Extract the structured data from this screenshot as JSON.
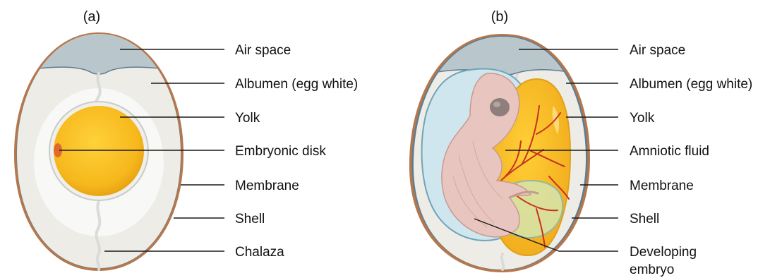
{
  "panels": [
    {
      "letter": "(a)",
      "labels": [
        "Air space",
        "Albumen (egg white)",
        "Yolk",
        "Embryonic disk",
        "Membrane",
        "Shell",
        "Chalaza"
      ]
    },
    {
      "letter": "(b)",
      "labels": [
        "Air space",
        "Albumen (egg white)",
        "Yolk",
        "Amniotic fluid",
        "Membrane",
        "Shell",
        "Developing",
        "embryo"
      ]
    }
  ],
  "colors": {
    "shell": "#b5774c",
    "membrane": "#5d7d92",
    "air_space": "#b9c7cc",
    "albumen": "#eeece6",
    "inner_albumen": "#f8f8f6",
    "yolk": "#f7c22a",
    "embryonic_disk": "#e06a2a",
    "chalaza": "#d9dcd8",
    "amniotic_fluid": "#cfe6ef",
    "embryo": "#e8c6bf",
    "blood_vessel": "#c8321f"
  }
}
